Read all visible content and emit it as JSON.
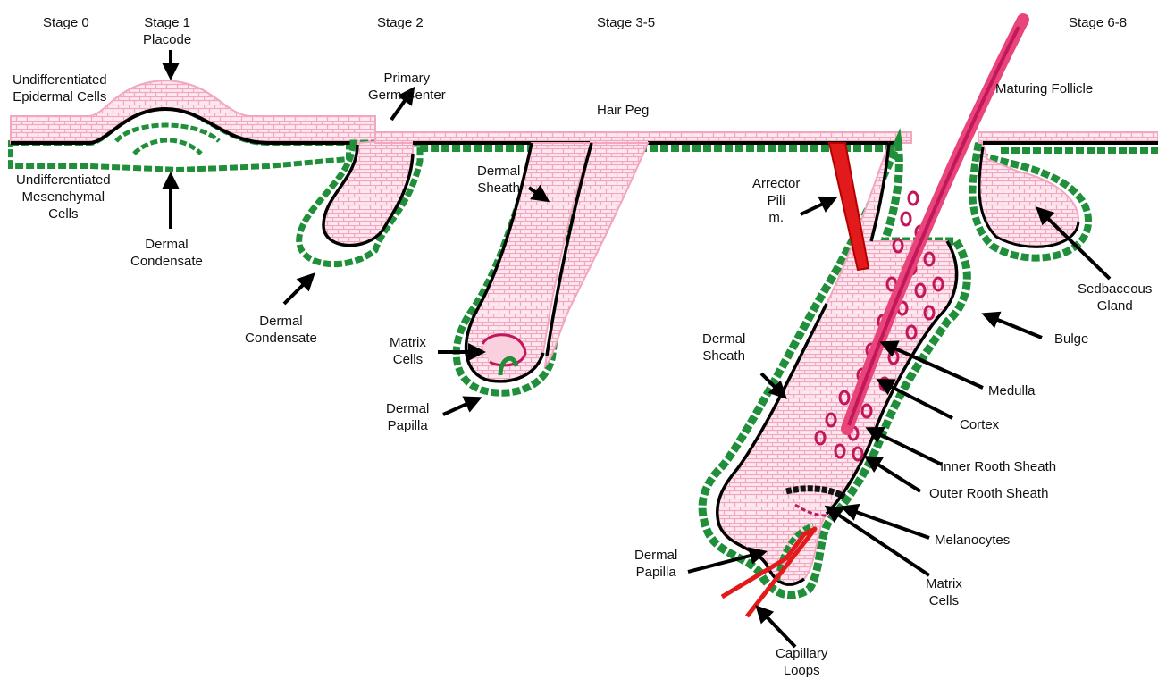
{
  "colors": {
    "epidermis": "#f3a6bf",
    "epidermis_fill": "#fbe3ea",
    "dermis": "#1f8f3a",
    "basement": "#000000",
    "hair": "#d81b5c",
    "vessel": "#e31a1c",
    "medulla": "#c2185b"
  },
  "stages": {
    "s0": "Stage 0",
    "s1": "Stage 1",
    "s2": "Stage 2",
    "s35": "Stage 3-5",
    "s68": "Stage 6-8"
  },
  "labels": {
    "placode": "Placode",
    "undiff_epi_1": "Undifferentiated",
    "undiff_epi_2": "Epidermal Cells",
    "undiff_mes_1": "Undifferentiated",
    "undiff_mes_2": "Mesenchymal",
    "undiff_mes_3": "Cells",
    "dermal_cond1_1": "Dermal",
    "dermal_cond1_2": "Condensate",
    "germ_1": "Primary",
    "germ_2": "Germ Center",
    "dermal_cond2_1": "Dermal",
    "dermal_cond2_2": "Condensate",
    "hair_peg": "Hair Peg",
    "dsheath1_1": "Dermal",
    "dsheath1_2": "Sheath",
    "matrix1_1": "Matrix",
    "matrix1_2": "Cells",
    "dpap1_1": "Dermal",
    "dpap1_2": "Papilla",
    "arrector_1": "Arrector",
    "arrector_2": "Pili",
    "arrector_3": "m.",
    "maturing": "Maturing Follicle",
    "sebaceous_1": "Sedbaceous",
    "sebaceous_2": "Gland",
    "bulge": "Bulge",
    "dsheath2_1": "Dermal",
    "dsheath2_2": "Sheath",
    "medulla": "Medulla",
    "cortex": "Cortex",
    "irs": "Inner Rooth Sheath",
    "ors": "Outer Rooth Sheath",
    "melanocytes": "Melanocytes",
    "dpap2_1": "Dermal",
    "dpap2_2": "Papilla",
    "matrix2_1": "Matrix",
    "matrix2_2": "Cells",
    "cap_1": "Capillary",
    "cap_2": "Loops"
  }
}
